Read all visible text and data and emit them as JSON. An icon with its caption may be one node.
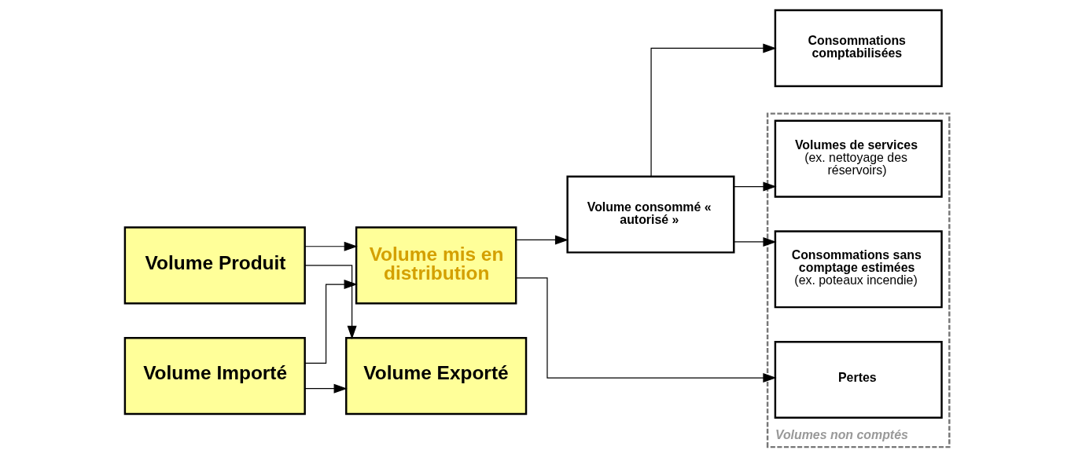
{
  "diagram": {
    "nodes": [
      {
        "text": [
          "Volume Produit"
        ]
      },
      {
        "text": [
          "Volume mis en distribution"
        ]
      },
      {
        "text": [
          "Volume consommé « autorisé »"
        ]
      },
      {
        "text": [
          "Consommations comptabilisées"
        ]
      },
      {
        "text": [
          "Volume Importé"
        ]
      },
      {
        "text": [
          "Volume Exporté"
        ]
      },
      {
        "text": [
          "Volumes non comptés"
        ]
      },
      {
        "text": [
          "Pertes"
        ],
        "in": 6
      },
      {
        "text": [
          "Consommations sans comptage estimées",
          "(ex. poteaux incendie)"
        ],
        "in": 6
      },
      {
        "text": [
          "Volumes de services",
          "(ex. nettoyage des réservoirs)"
        ],
        "in": 6
      }
    ],
    "edges": [
      {
        "from": 0,
        "to": 1,
        "arrow": "to"
      },
      {
        "from": 0,
        "to": 5,
        "arrow": "to"
      },
      {
        "from": 4,
        "to": 1,
        "arrow": "to"
      },
      {
        "from": 4,
        "to": 5,
        "arrow": "to"
      },
      {
        "from": 1,
        "to": 2,
        "arrow": "to"
      },
      {
        "from": 1,
        "to": 7,
        "arrow": "to"
      },
      {
        "from": 2,
        "to": 3,
        "arrow": "to"
      },
      {
        "from": 2,
        "to": 8,
        "arrow": "to"
      },
      {
        "from": 2,
        "to": 9,
        "arrow": "to"
      }
    ]
  }
}
